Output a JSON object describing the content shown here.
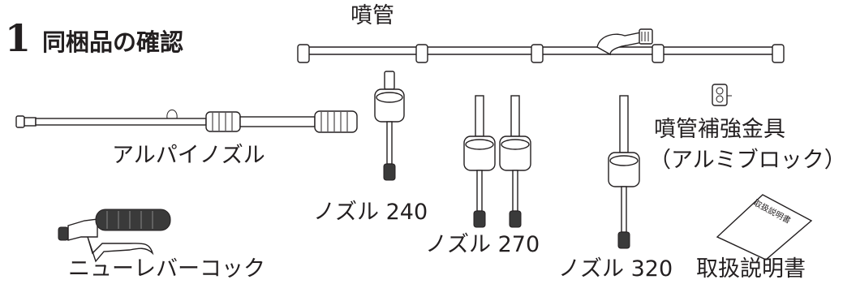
{
  "heading": {
    "number": "1",
    "title": "同梱品の確認"
  },
  "labels": {
    "spray_pipe": "噴管",
    "alpine_nozzle": "アルパイノズル",
    "nozzle_240": "ノズル 240",
    "nozzle_270": "ノズル 270",
    "nozzle_320": "ノズル 320",
    "reinforcement_line1": "噴管補強金具",
    "reinforcement_line2": "（アルミブロック）",
    "new_lever_cock": "ニューレバーコック",
    "manual": "取扱説明書"
  },
  "manual_cover_text": "取扱説明書"
}
